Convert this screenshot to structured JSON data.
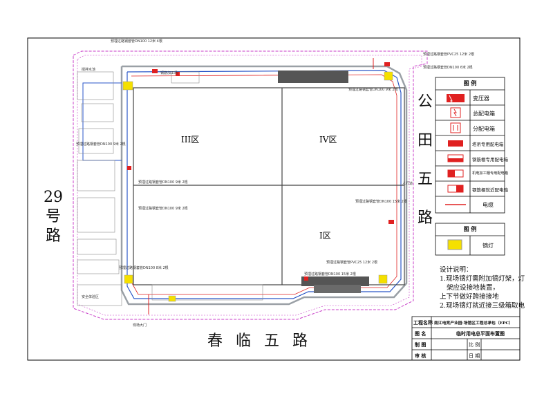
{
  "roads": {
    "west": [
      "29",
      "号",
      "路"
    ],
    "south": "春 临 五 路",
    "east": [
      "公",
      "田",
      "五",
      "路"
    ]
  },
  "zones": [
    "III区",
    "IV区",
    "I区"
  ],
  "cable_labels": [
    "预埋过路钢套管DN100 12米 4根",
    "预埋过路钢套管PVC25 12米 2根",
    "预埋过路钢套管DN100 6米 2根",
    "预埋过路钢套管DN100 9米 2根",
    "预埋过路钢套管DN100 9米 2根",
    "预埋过路钢套管DN100 9米 2根",
    "预埋过路钢套管DN100 9米 2根",
    "预埋过路钢套管DN100 15米 2根",
    "预埋过路钢套管PVC25 12米 2根",
    "预埋过路钢套管DN100 8米 2根",
    "预埋过路钢套管DN100 15米 2根"
  ],
  "site_labels": {
    "water": "搅拌水池",
    "steel_area": "钢筋加工场",
    "gate": "现场大门",
    "sidewalk": "人行道",
    "security": "安全体验区"
  },
  "legend1": {
    "title": "图  例",
    "items": [
      {
        "icon": "transformer-icon",
        "label": "变压器"
      },
      {
        "icon": "main-box-icon",
        "label": "总配电箱"
      },
      {
        "icon": "sub-box-icon",
        "label": "分配电箱"
      },
      {
        "icon": "tower-box-icon",
        "label": "塔吊专用配电箱"
      },
      {
        "icon": "rebar-box-icon",
        "label": "钢筋棚专用配电箱"
      },
      {
        "icon": "machine-box-icon",
        "label": "机电加工棚专用配电箱"
      },
      {
        "icon": "shed-box-icon",
        "label": "钢筋棚就近配电箱"
      },
      {
        "icon": "cable-icon",
        "label": "电缆"
      }
    ]
  },
  "legend2": {
    "title": "图  例",
    "items": [
      {
        "icon": "floodlight-icon",
        "label": "镝灯"
      }
    ]
  },
  "notes": {
    "title": "设计说明：",
    "lines": [
      "1.现场镝灯需附加镝灯架，灯",
      "架应设接地装置，",
      "上下节做好跨接接地",
      "2.现场镝灯就近接三级箱取电"
    ]
  },
  "title_block": {
    "project_label": "工程名称",
    "project_value": "南江电竞产业园·场馆区工程总承包（EPC）",
    "drawing_label": "图  名",
    "drawing_value": "临时用电总平面布置图",
    "drawn_label": "制  图",
    "scale_label": "比 例",
    "check_label": "审  核",
    "date_label": "日  期"
  },
  "colors": {
    "border": "#000000",
    "site_boundary": "#c83cc8",
    "cable_main": "#2a56c8",
    "cable_red": "#e02020",
    "zone_line": "#444444",
    "light": "#f5e000",
    "grey_struct": "#8a8a8a"
  }
}
